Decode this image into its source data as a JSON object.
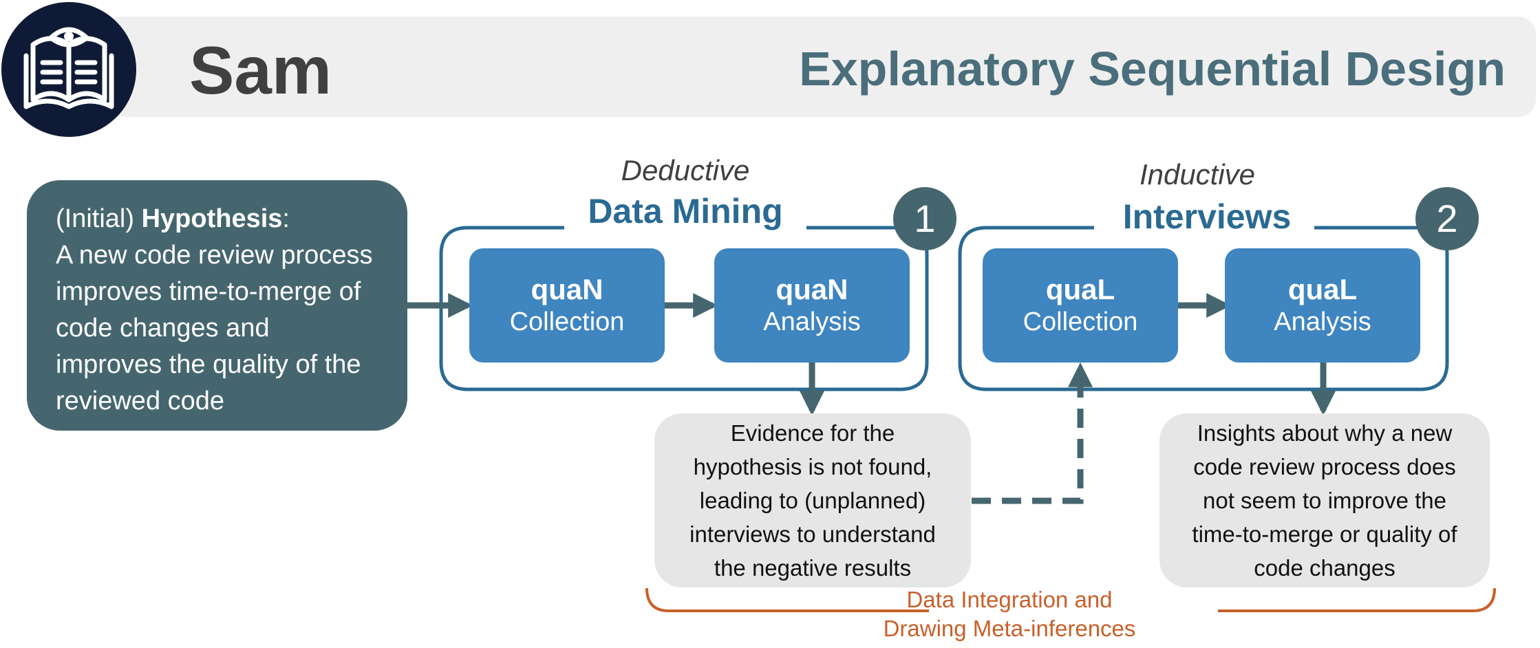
{
  "header": {
    "name": "Sam",
    "title": "Explanatory Sequential Design",
    "logo_icon": "open-book-eye-icon"
  },
  "hypothesis": {
    "prefix": "(Initial) ",
    "label": "Hypothesis",
    "suffix": ":",
    "lines": [
      "A new code review process",
      "improves time-to-merge of",
      "code changes and",
      "improves the quality of the",
      "reviewed code"
    ]
  },
  "stages": [
    {
      "mode": "Deductive",
      "name": "Data Mining",
      "step": "1",
      "boxes": [
        {
          "strong": "quaN",
          "sub": "Collection"
        },
        {
          "strong": "quaN",
          "sub": "Analysis"
        }
      ],
      "outcome": [
        "Evidence for the",
        "hypothesis is not found,",
        "leading to (unplanned)",
        "interviews to understand",
        "the negative results"
      ]
    },
    {
      "mode": "Inductive",
      "name": "Interviews",
      "step": "2",
      "boxes": [
        {
          "strong": "quaL",
          "sub": "Collection"
        },
        {
          "strong": "quaL",
          "sub": "Analysis"
        }
      ],
      "outcome": [
        "Insights about why a new",
        "code review process does",
        "not seem to improve the",
        "time-to-merge or quality of",
        "code changes"
      ]
    }
  ],
  "integration": {
    "lines": [
      "Data Integration and",
      "Drawing Meta-inferences"
    ]
  },
  "colors": {
    "header_bg": "#efefef",
    "title": "#4a6e7b",
    "slate": "#46666f",
    "process_blue": "#3f85bf",
    "stage_blue": "#2a6a93",
    "note_bg": "#e6e6e6",
    "integration_orange": "#c8602a",
    "logo_navy": "#0f1b36"
  }
}
